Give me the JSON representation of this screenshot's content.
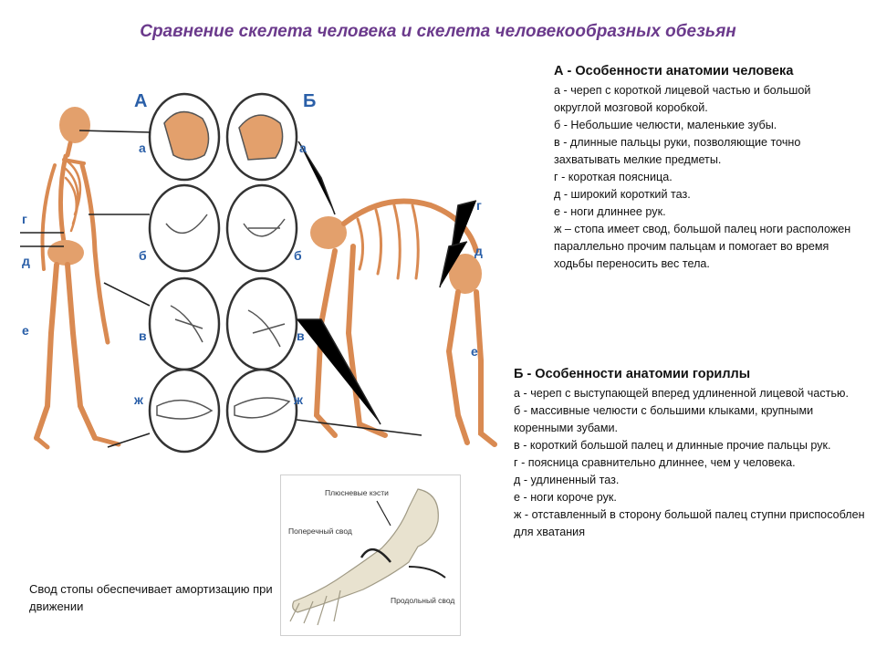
{
  "title": "Сравнение скелета человека и скелета человекообразных обезьян",
  "panel_a": {
    "heading": "А - Особенности анатомии человека",
    "items": [
      "а - череп с короткой лицевой частью и большой округлой мозговой коробкой.",
      "б - Небольшие челюсти, маленькие зубы.",
      "в - длинные пальцы руки, позволяющие точно захватывать мелкие предметы.",
      "г - короткая поясница.",
      "д - широкий короткий таз.",
      "е - ноги длиннее рук.",
      "ж – стопа имеет свод, большой палец ноги расположен параллельно прочим пальцам и помогает во время ходьбы переносить вес тела."
    ]
  },
  "panel_b": {
    "heading": "Б - Особенности анатомии гориллы",
    "items": [
      "а - череп с выступающей вперед удлиненной лицевой частью.",
      "б - массивные челюсти с большими клыками, крупными коренными зубами.",
      "в - короткий большой палец и длинные прочие пальцы рук.",
      "г - поясница сравнительно длиннее, чем у человека.",
      "д - удлиненный таз.",
      "е - ноги короче рук.",
      "ж - отставленный в сторону большой палец ступни приспособлен для хватания"
    ]
  },
  "figure": {
    "label_a": "А",
    "label_b": "Б",
    "letters": {
      "a": "а",
      "b": "б",
      "v": "в",
      "zh": "ж",
      "g": "г",
      "d": "д",
      "e": "е"
    }
  },
  "foot_figure": {
    "label_metatarsal": "Плюсневые кэсти",
    "label_transverse": "Поперечный свод",
    "label_longitudinal": "Продольный свод"
  },
  "caption": "Свод стопы обеспечивает амортизацию при движении",
  "colors": {
    "title": "#6b3a8c",
    "bone": "#d98a52",
    "label": "#2a5fa8"
  }
}
